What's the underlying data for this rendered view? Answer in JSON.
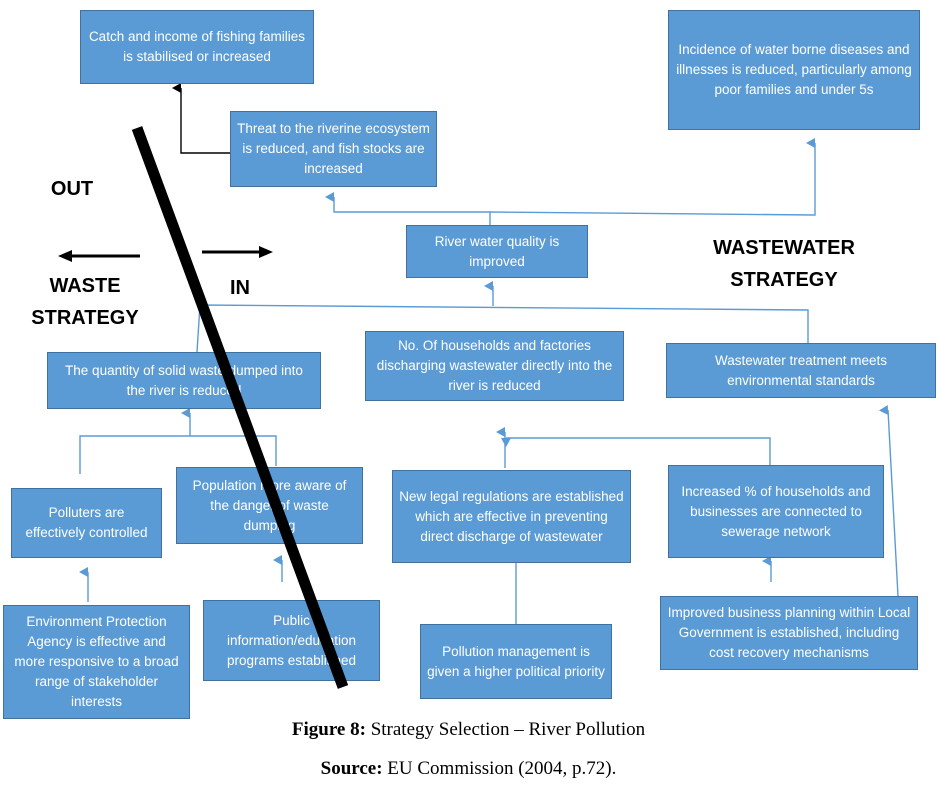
{
  "labels": {
    "out": "OUT",
    "in": "IN",
    "waste_strategy": [
      "WASTE",
      "STRATEGY"
    ],
    "wastewater_strategy": [
      "WASTEWATER",
      "STRATEGY"
    ]
  },
  "boxes": {
    "catch": "Catch and income of fishing families is stabilised or increased",
    "incidence": "Incidence of water borne diseases and illnesses is reduced, particularly among poor families and under 5s",
    "threat": "Threat to the riverine ecosystem is reduced, and fish stocks are increased",
    "river_quality": "River water quality is improved",
    "solid_waste": "The quantity of solid waste dumped into the river is reduced",
    "households_discharging": "No. Of households and factories discharging wastewater directly into the river is reduced",
    "treatment": "Wastewater treatment meets environmental standards",
    "polluters": "Polluters are effectively controlled",
    "population": "Population more aware of the danger of waste dumping",
    "legal": "New legal regulations are established which are effective in preventing direct discharge of wastewater",
    "connected": "Increased % of households and businesses are connected to sewerage network",
    "epa": "Environment Protection Agency is  effective and more responsive to a broad range of stakeholder interests",
    "public_info": "Public information/education programs established",
    "pollution_mgmt": "Pollution management is given a higher political priority",
    "business_planning": "Improved business planning within Local Government is established, including cost recovery mechanisms"
  },
  "caption": {
    "figure_label": "Figure 8:",
    "figure_text": " Strategy Selection – River Pollution",
    "source_label": "Source:",
    "source_text": " EU Commission (2004, p.72)."
  },
  "colors": {
    "box_fill": "#5b9bd5",
    "box_border": "#41719c",
    "connector": "#5b9bd5",
    "divider": "#000000"
  }
}
